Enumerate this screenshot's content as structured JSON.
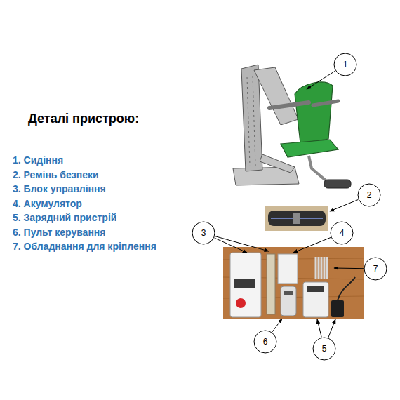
{
  "diagram": {
    "title": "Деталі пристрою:",
    "nodes": [
      {
        "text": [
          "1"
        ]
      },
      {
        "text": [
          "2"
        ]
      },
      {
        "text": [
          "3"
        ]
      },
      {
        "text": [
          "4"
        ]
      },
      {
        "text": [
          "7"
        ]
      },
      {
        "text": [
          "6"
        ]
      },
      {
        "text": [
          "5"
        ]
      }
    ],
    "labels": [
      "1. Сидіння",
      "2. Ремінь безпеки",
      "3. Блок управління",
      "4. Акумулятор",
      "5. Зарядний пристрій",
      "6. Пульт керування",
      "7. Обладнання для кріплення"
    ]
  }
}
